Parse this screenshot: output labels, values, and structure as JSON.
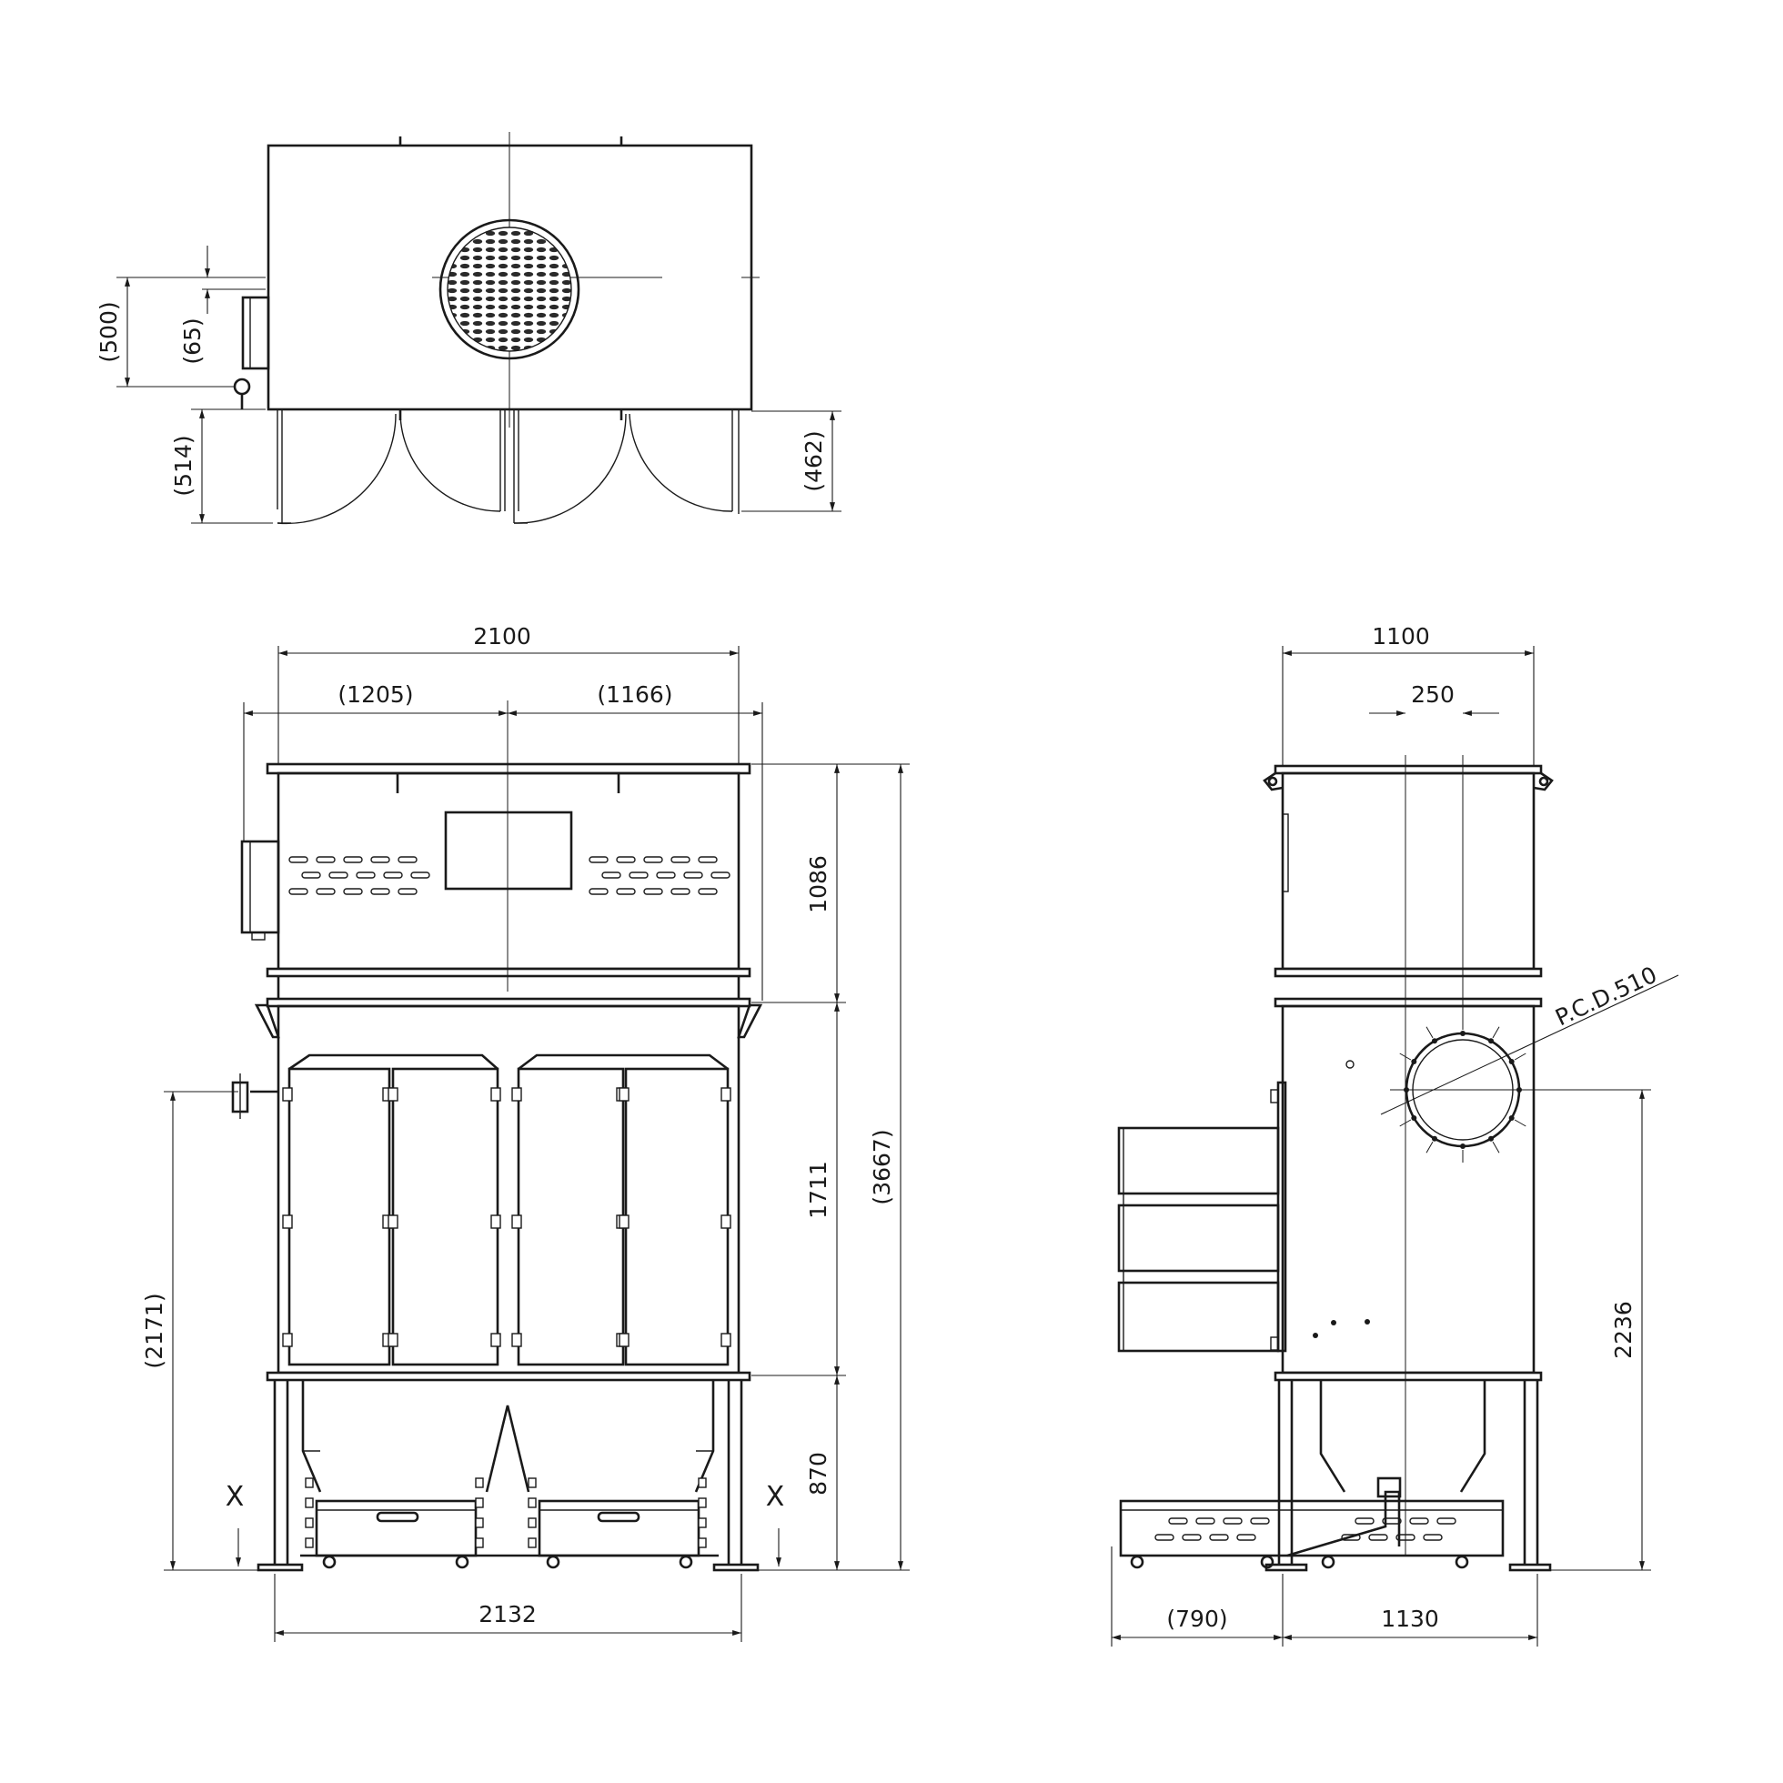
{
  "top_view": {
    "dims": {
      "d500": "(500)",
      "d65": "(65)",
      "d514": "(514)",
      "d462": "(462)"
    }
  },
  "front_view": {
    "dims": {
      "width_top": "2100",
      "left_half": "(1205)",
      "right_half": "(1166)",
      "upper_height": "1086",
      "middle_height": "1711",
      "total_height": "(3667)",
      "hopper_height": "870",
      "inlet_height": "(2171)",
      "base_width": "2132"
    },
    "section_marks": {
      "left": "X",
      "right": "X"
    }
  },
  "side_view": {
    "dims": {
      "width_top": "1100",
      "outlet_width": "250",
      "pcd": "P.C.D.510",
      "outlet_height": "2236",
      "drawer_depth": "(790)",
      "base_width": "1130"
    }
  }
}
